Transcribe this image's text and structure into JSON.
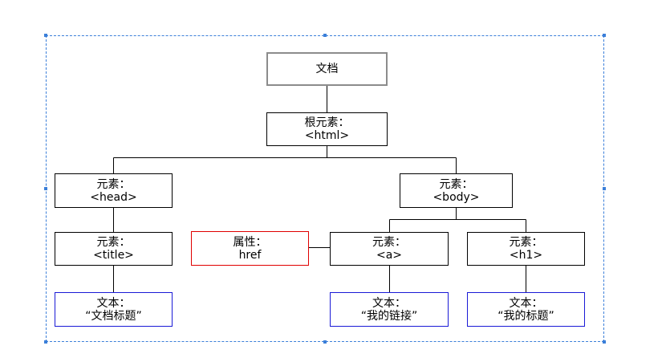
{
  "diagram": {
    "document": {
      "line1": "文档"
    },
    "root": {
      "line1": "根元素：",
      "line2": "<html>"
    },
    "head": {
      "line1": "元素：",
      "line2": "<head>"
    },
    "body": {
      "line1": "元素：",
      "line2": "<body>"
    },
    "title": {
      "line1": "元素：",
      "line2": "<title>"
    },
    "attribute": {
      "line1": "属性：",
      "line2": "href"
    },
    "a": {
      "line1": "元素：",
      "line2": "<a>"
    },
    "h1": {
      "line1": "元素：",
      "line2": "<h1>"
    },
    "text_title": {
      "line1": "文本：",
      "line2": "“文档标题”"
    },
    "text_link": {
      "line1": "文本：",
      "line2": "“我的链接”"
    },
    "text_h1": {
      "line1": "文本：",
      "line2": "“我的标题”"
    }
  },
  "colors": {
    "connector": "#000000",
    "selection": "#3b7fd9",
    "document_border": "#8c8c8c",
    "attribute_border": "#e00000",
    "text_border": "#1a1ad6"
  }
}
